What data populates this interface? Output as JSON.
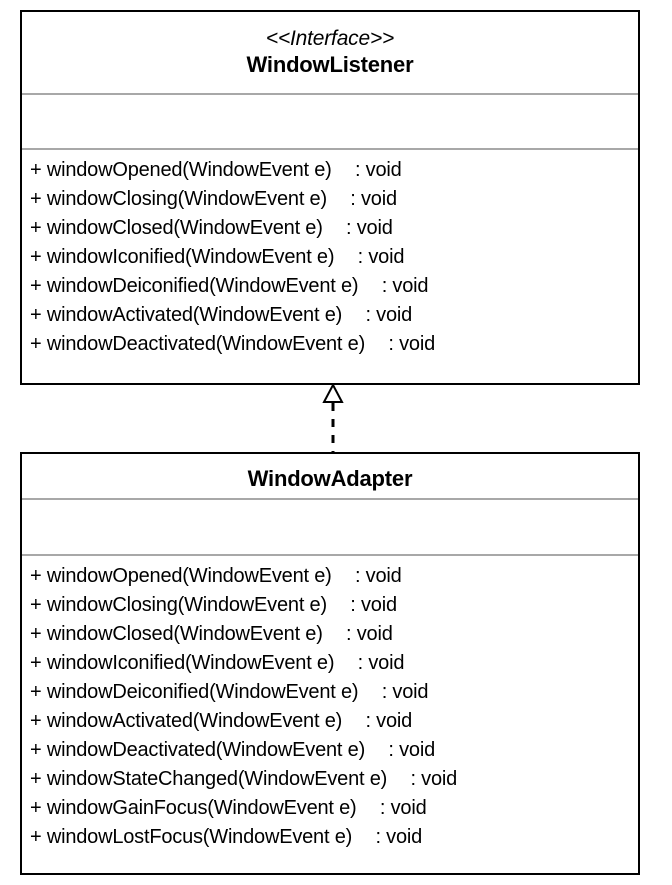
{
  "diagram": {
    "type": "uml-class-diagram",
    "title": "WindowListener / WindowAdapter",
    "background_color": "#ffffff",
    "border_color": "#000000",
    "separator_color": "#a8a8a8",
    "text_color": "#000000"
  },
  "classes": [
    {
      "id": "windowlistener",
      "stereotype": "<<Interface>>",
      "name": "WindowListener",
      "attributes": [],
      "operations": [
        {
          "visibility": "+",
          "signature": "+ windowOpened(WindowEvent e)",
          "return": ": void"
        },
        {
          "visibility": "+",
          "signature": "+ windowClosing(WindowEvent e)",
          "return": ": void"
        },
        {
          "visibility": "+",
          "signature": "+ windowClosed(WindowEvent e)",
          "return": ": void"
        },
        {
          "visibility": "+",
          "signature": "+ windowIconified(WindowEvent e)",
          "return": ": void"
        },
        {
          "visibility": "+",
          "signature": "+ windowDeiconified(WindowEvent e)",
          "return": ": void"
        },
        {
          "visibility": "+",
          "signature": "+ windowActivated(WindowEvent e)",
          "return": ": void"
        },
        {
          "visibility": "+",
          "signature": "+ windowDeactivated(WindowEvent e)",
          "return": ": void"
        }
      ]
    },
    {
      "id": "windowadapter",
      "stereotype": "",
      "name": "WindowAdapter",
      "attributes": [],
      "operations": [
        {
          "visibility": "+",
          "signature": "+ windowOpened(WindowEvent e)",
          "return": ": void"
        },
        {
          "visibility": "+",
          "signature": "+ windowClosing(WindowEvent e)",
          "return": ": void"
        },
        {
          "visibility": "+",
          "signature": "+ windowClosed(WindowEvent e)",
          "return": ": void"
        },
        {
          "visibility": "+",
          "signature": "+ windowIconified(WindowEvent e)",
          "return": ": void"
        },
        {
          "visibility": "+",
          "signature": "+ windowDeiconified(WindowEvent e)",
          "return": ": void"
        },
        {
          "visibility": "+",
          "signature": "+ windowActivated(WindowEvent e)",
          "return": ": void"
        },
        {
          "visibility": "+",
          "signature": "+ windowDeactivated(WindowEvent e)",
          "return": ": void"
        },
        {
          "visibility": "+",
          "signature": "+ windowStateChanged(WindowEvent e)",
          "return": ": void"
        },
        {
          "visibility": "+",
          "signature": "+ windowGainFocus(WindowEvent e)",
          "return": ": void"
        },
        {
          "visibility": "+",
          "signature": "+ windowLostFocus(WindowEvent e)",
          "return": ": void"
        }
      ]
    }
  ],
  "relationships": [
    {
      "id": "realization-1",
      "kind": "realization",
      "line_style": "dashed",
      "arrowhead": "hollow-triangle",
      "source": "WindowAdapter",
      "target": "WindowListener"
    }
  ]
}
